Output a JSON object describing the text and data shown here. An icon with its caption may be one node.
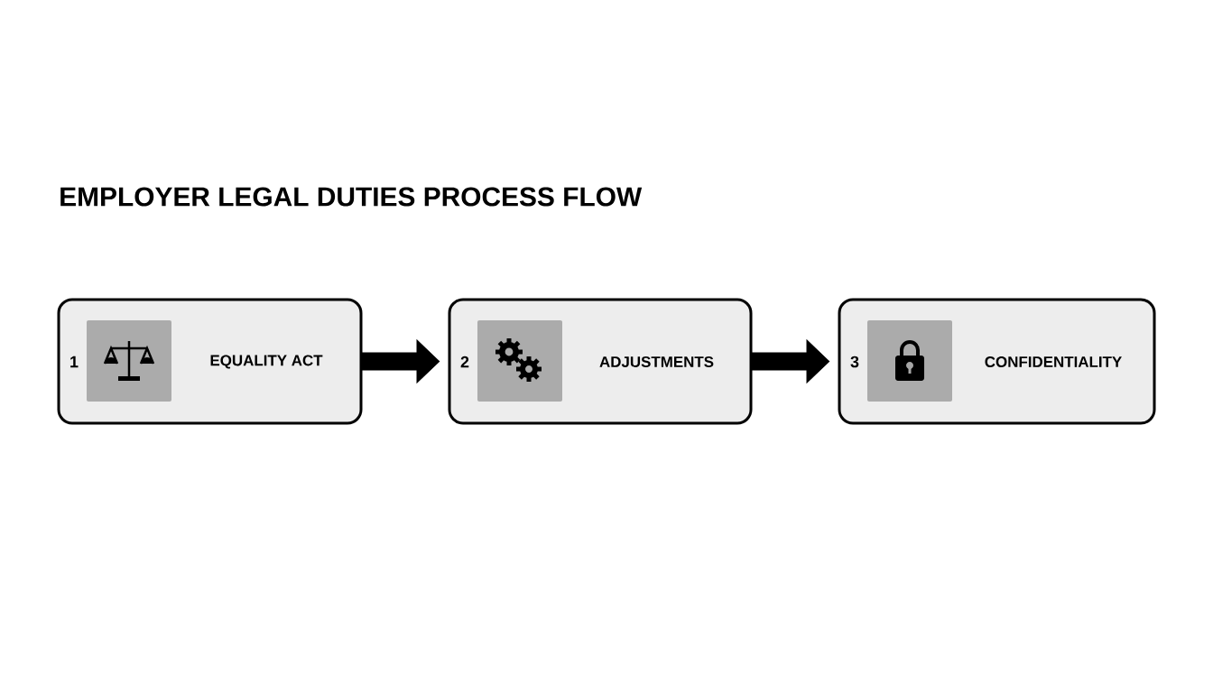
{
  "diagram": {
    "title": "EMPLOYER LEGAL DUTIES PROCESS FLOW",
    "nodes": [
      {
        "text": [
          "1",
          "EQUALITY ACT"
        ]
      },
      {
        "text": [
          "2",
          "ADJUSTMENTS"
        ]
      },
      {
        "text": [
          "3",
          "CONFIDENTIALITY"
        ]
      }
    ],
    "edges": [
      {
        "from": 0,
        "to": 1,
        "arrow": "to"
      },
      {
        "from": 1,
        "to": 2,
        "arrow": "to"
      }
    ]
  }
}
